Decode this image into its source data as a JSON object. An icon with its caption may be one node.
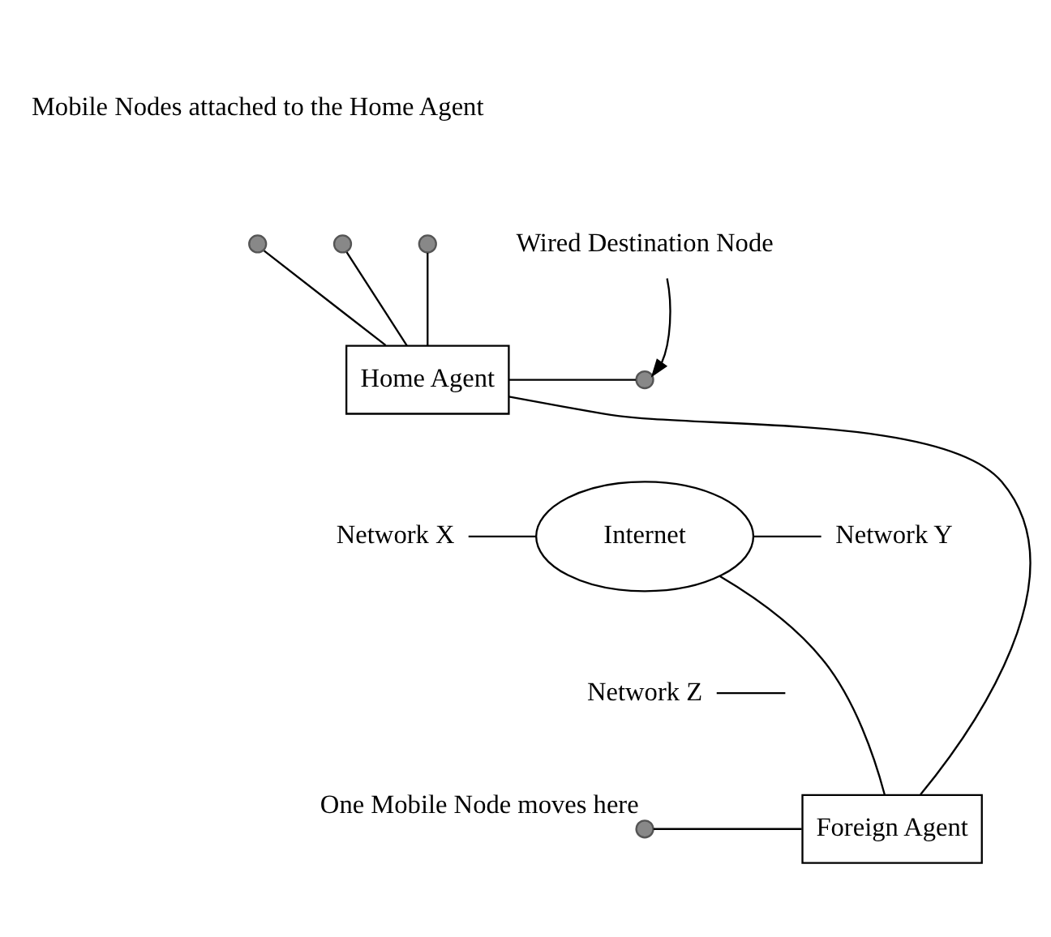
{
  "diagram": {
    "nodes": [
      {
        "text": [],
        "shape": "circle"
      },
      {
        "text": [],
        "shape": "circle"
      },
      {
        "text": [],
        "shape": "circle"
      },
      {
        "text": [
          "Home Agent"
        ]
      },
      {
        "text": [
          "Wired Destination Node"
        ]
      },
      {
        "text": [],
        "shape": "circle"
      },
      {
        "text": [
          "Network X"
        ]
      },
      {
        "text": [
          "Network Y"
        ]
      },
      {
        "text": [
          "Internet"
        ]
      },
      {
        "text": [
          "Network Z"
        ]
      },
      {
        "text": [
          "Foreign Agent"
        ]
      },
      {
        "text": [],
        "shape": "circle",
        "beside": [
          "One Mobile Node moves here"
        ]
      }
    ],
    "edges": [
      {
        "from": 0,
        "to": 3,
        "arrow": "none"
      },
      {
        "from": 1,
        "to": 3,
        "arrow": "none"
      },
      {
        "from": 2,
        "to": 3,
        "arrow": "none"
      },
      {
        "from": 3,
        "to": 5,
        "arrow": "none"
      },
      {
        "from": 4,
        "to": 5,
        "arrow": "to"
      },
      {
        "from": 3,
        "to": 10,
        "arrow": "none"
      },
      {
        "from": 6,
        "to": 8,
        "arrow": "none"
      },
      {
        "from": 8,
        "to": 7,
        "arrow": "none"
      },
      {
        "from": 8,
        "to": 10,
        "arrow": "none"
      },
      {
        "from": 9,
        "to": null,
        "arrow": "none"
      },
      {
        "from": 11,
        "to": 10,
        "arrow": "none"
      }
    ],
    "labels": [
      "Mobile Nodes attached to the Home Agent"
    ]
  }
}
